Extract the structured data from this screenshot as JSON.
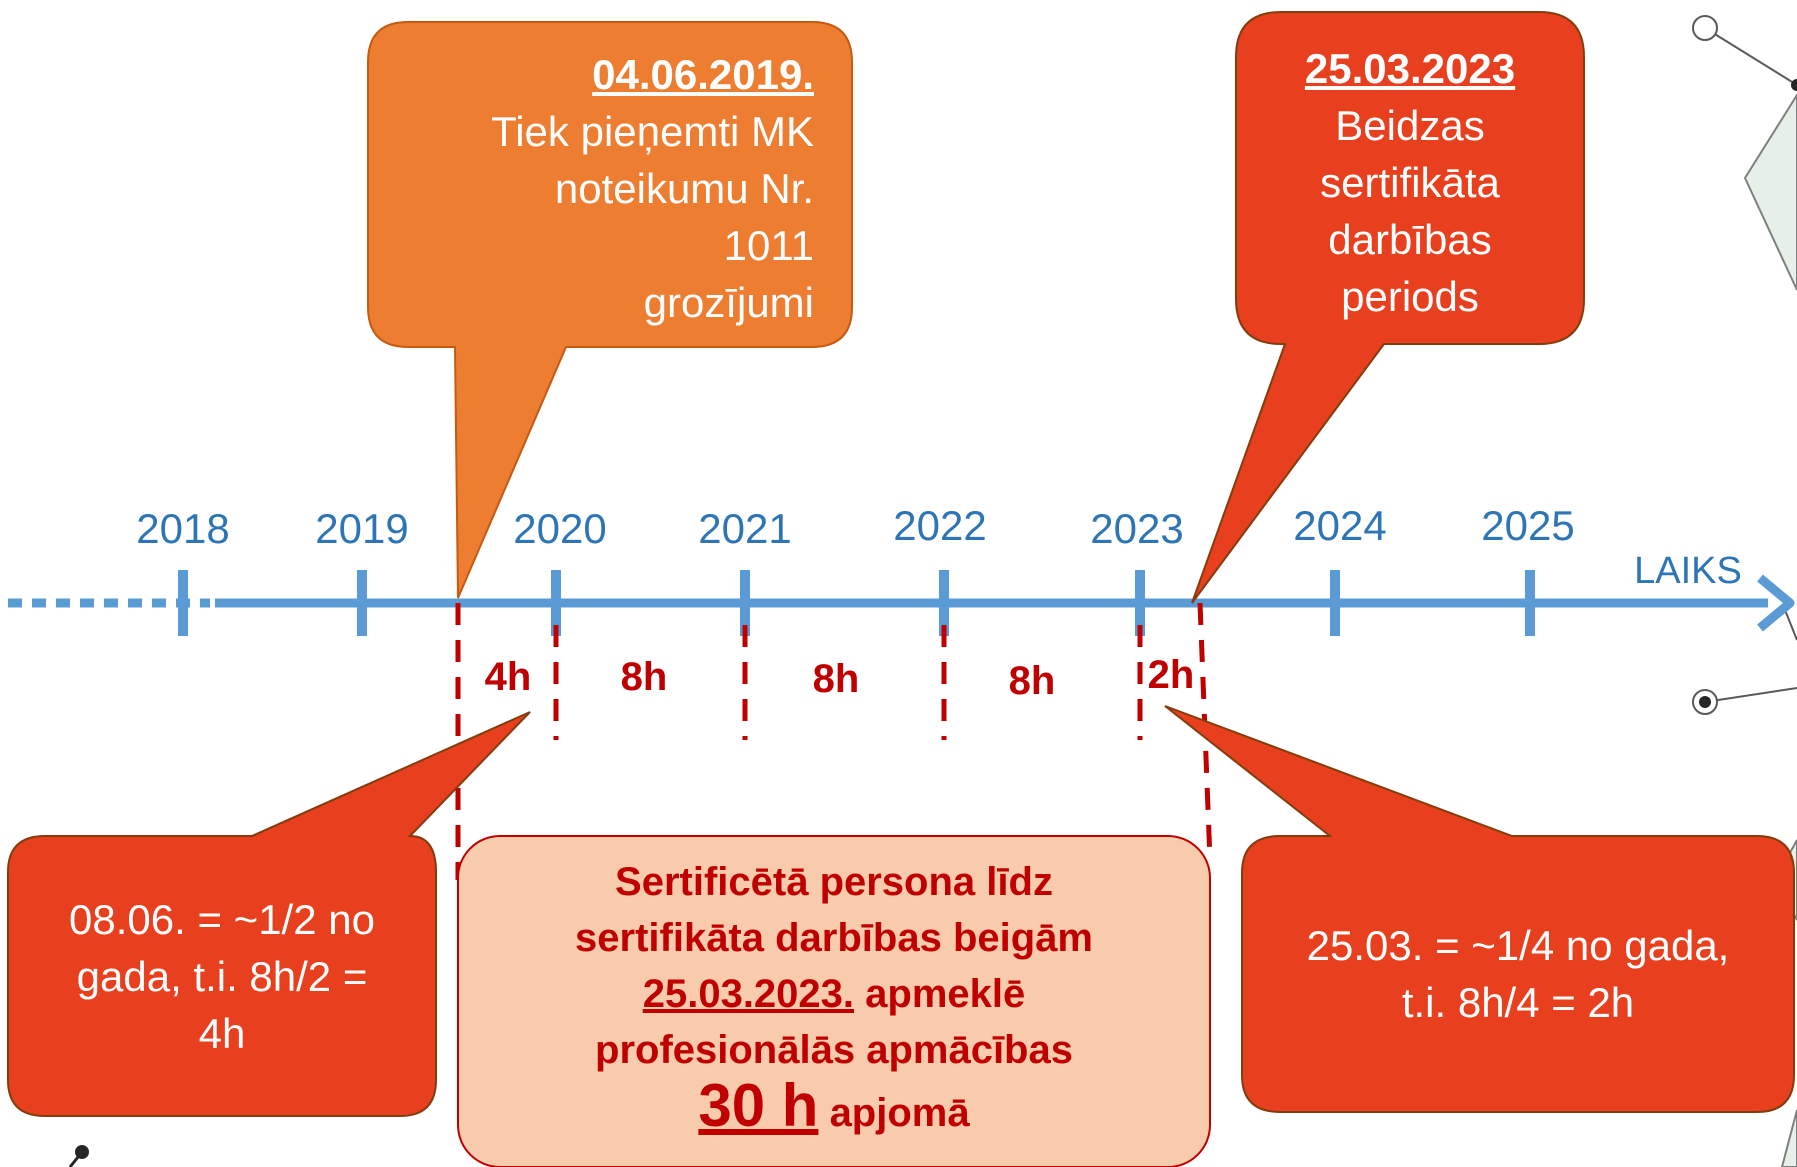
{
  "timeline": {
    "years": [
      "2018",
      "2019",
      "2020",
      "2021",
      "2022",
      "2023",
      "2024",
      "2025"
    ],
    "axis_label": "LAIKS",
    "axis_color": "#5b9bd5",
    "year_label_color": "#2e75b6"
  },
  "segments": {
    "labels": [
      "4h",
      "8h",
      "8h",
      "8h",
      "2h"
    ],
    "color": "#c00000"
  },
  "callouts": {
    "adoption": {
      "date": "04.06.2019.",
      "lines": [
        "Tiek pieņemti MK",
        "noteikumu Nr.",
        "1011",
        "grozījumi"
      ],
      "color": "#ed7d31"
    },
    "expiry": {
      "date": "25.03.2023",
      "lines": [
        "Beidzas",
        "sertifikāta",
        "darbības",
        "periods"
      ],
      "color": "#e8401e"
    },
    "start_note": {
      "lines": [
        "08.06. = ~1/2 no",
        "gada, t.i. 8h/2 =",
        "4h"
      ],
      "color": "#e8401e"
    },
    "end_note": {
      "lines": [
        "25.03. = ~1/4 no gada,",
        "t.i. 8h/4 = 2h"
      ],
      "color": "#e8401e"
    }
  },
  "summary": {
    "line1": "Sertificētā persona līdz",
    "line2": "sertifikāta darbības beigām",
    "date": "25.03.2023.",
    "line3_rest": "apmeklē",
    "line4": "profesionālās apmācības",
    "total": "30 h",
    "unit_text": "apjomā",
    "fill": "#f8cbad",
    "border": "#c00000"
  }
}
